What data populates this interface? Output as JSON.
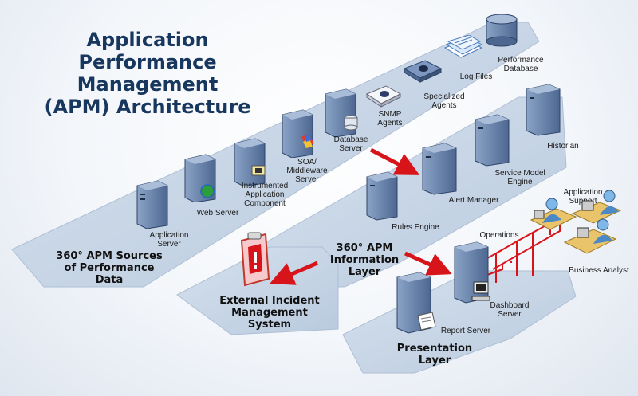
{
  "title": {
    "line1": "Application",
    "line2": "Performance Management",
    "line3": "(APM) Architecture"
  },
  "layers": {
    "sources": {
      "line1": "360° APM Sources",
      "line2": "of Performance",
      "line3": "Data"
    },
    "information": {
      "line1": "360° APM",
      "line2": "Information",
      "line3": "Layer"
    },
    "incident": {
      "line1": "External Incident",
      "line2": "Management",
      "line3": "System"
    },
    "presentation": {
      "line1": "Presentation",
      "line2": "Layer"
    }
  },
  "sources": [
    {
      "icon": "server-icon",
      "line1": "Application",
      "line2": "Server"
    },
    {
      "icon": "web-server-icon",
      "line1": "Web Server"
    },
    {
      "icon": "instrumented-component-icon",
      "line1": "Instrumented",
      "line2": "Application",
      "line3": "Component"
    },
    {
      "icon": "soa-middleware-icon",
      "line1": "SOA/",
      "line2": "Middleware",
      "line3": "Server"
    },
    {
      "icon": "database-server-icon",
      "line1": "Database",
      "line2": "Server"
    },
    {
      "icon": "snmp-agent-icon",
      "line1": "SNMP",
      "line2": "Agents"
    },
    {
      "icon": "specialized-agent-icon",
      "line1": "Specialized",
      "line2": "Agents"
    },
    {
      "icon": "log-files-icon",
      "line1": "Log Files"
    },
    {
      "icon": "database-icon",
      "line1": "Performance",
      "line2": "Database"
    }
  ],
  "info_components": [
    {
      "icon": "server-icon",
      "line1": "Rules Engine"
    },
    {
      "icon": "server-icon",
      "line1": "Alert Manager"
    },
    {
      "icon": "server-icon",
      "line1": "Service Model",
      "line2": "Engine"
    },
    {
      "icon": "server-icon",
      "line1": "Historian"
    }
  ],
  "presentation": [
    {
      "icon": "report-server-icon",
      "line1": "Report Server"
    },
    {
      "icon": "dashboard-server-icon",
      "line1": "Dashboard",
      "line2": "Server"
    }
  ],
  "users": [
    {
      "icon": "user-workstation-icon",
      "line1": "Operations"
    },
    {
      "icon": "user-workstation-icon",
      "line1": "Application",
      "line2": "Support"
    },
    {
      "icon": "user-workstation-icon",
      "line1": "Business Analyst"
    }
  ],
  "colors": {
    "title": "#17375e",
    "platform": "#c9d7e8",
    "server": "#6a86b0",
    "arrow": "#d8141b",
    "link": "#d8141b"
  }
}
